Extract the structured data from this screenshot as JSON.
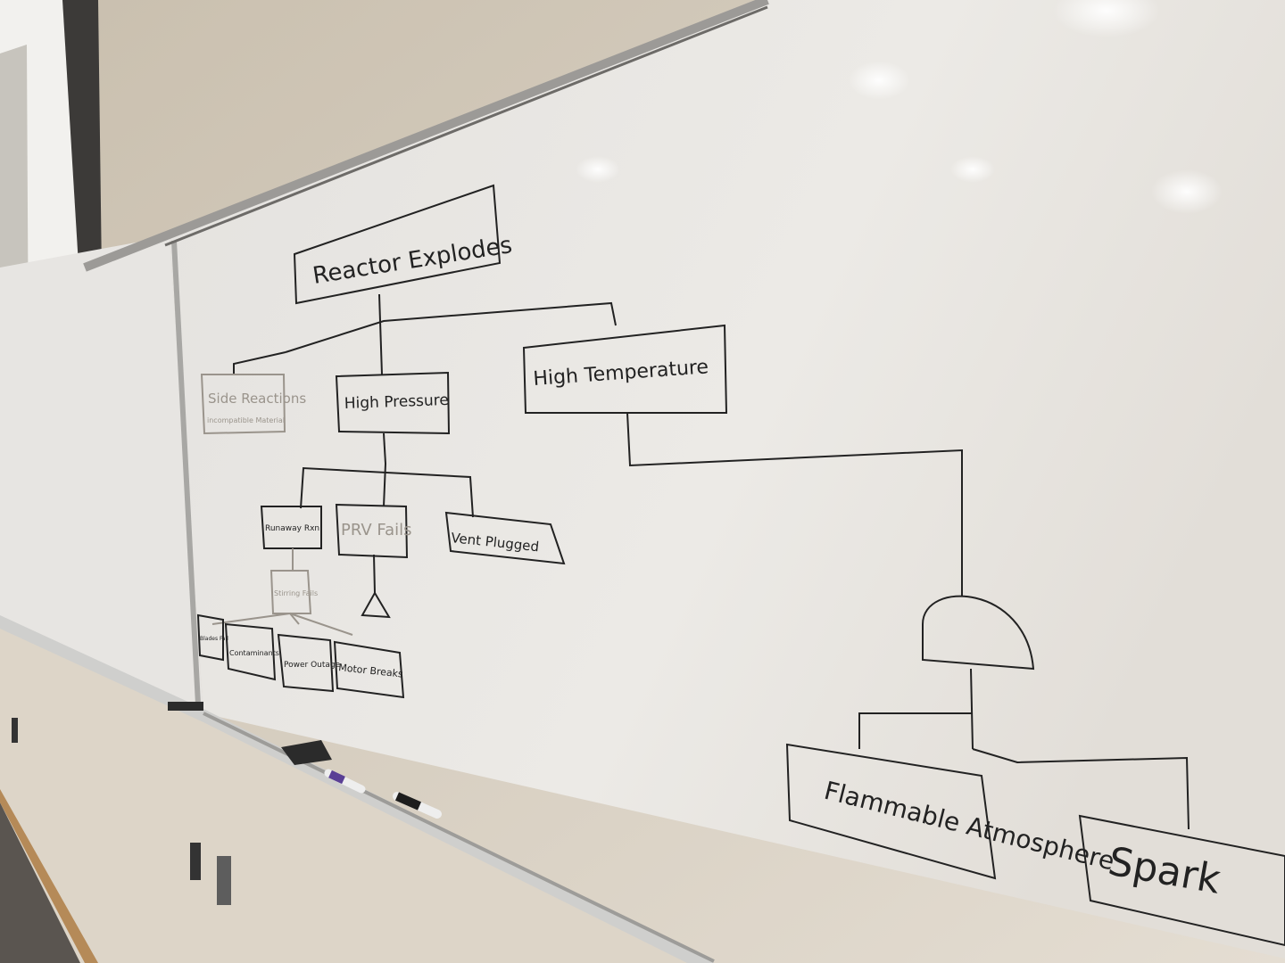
{
  "photo": {
    "subject": "whiteboard fault tree"
  },
  "tree": {
    "top": "Reactor Explodes",
    "side_reactions": "Side Reactions",
    "side_reactions_sub": "incompatible Material",
    "high_pressure": "High Pressure",
    "high_temperature": "High Temperature",
    "runaway": "Runaway Rxn",
    "prv_fails": "PRV Fails",
    "vent_plugged": "Vent Plugged",
    "stirring_fails": "Stirring Fails",
    "blades_fall": "Blades Fall",
    "contaminants": "Contaminants",
    "power_outage": "Power Outage",
    "motor_breaks": "Motor Breaks",
    "flammable": "Flammable Atmosphere",
    "spark": "Spark"
  },
  "colors": {
    "wall": "#d9cfc0",
    "board": "#ebe8e3",
    "frame": "#b9b9b6",
    "marker": "#222222"
  }
}
